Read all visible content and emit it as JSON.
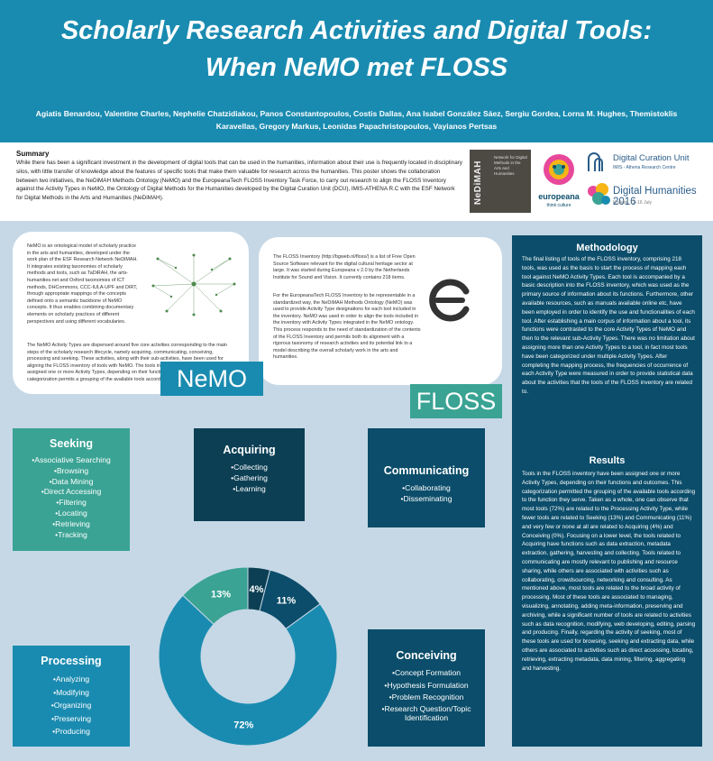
{
  "header": {
    "title_line1": "Scholarly Research Activities and Digital Tools:",
    "title_line2": "When NeMO met FLOSS",
    "authors": "Agiatis Benardou, Valentine Charles, Nephelie Chatzidiakou, Panos Constantopoulos, Costis Dallas, Ana Isabel González Sáez, Sergiu Gordea, Lorna M. Hughes, Themistoklis Karavellas, Gregory Markus, Leonidas Papachristopoulos, Vayianos Pertsas"
  },
  "summary": {
    "title": "Summary",
    "text": "While there has been a significant investment in the development of digital tools that can be used in the humanities, information about their use is frequently located in disciplinary silos, with little transfer of knowledge about the features of specific tools that make them valuable for research across the humanities. This poster shows the collaboration between two initiatives, the NeDiMAH Methods Ontology (NeMO) and the EuropeanaTech FLOSS Inventory Task Force, to carry out research to align the FLOSS Inventory against the Activity Types in NeMO, the Ontology of Digital Methods for the Humanities developed by the Digital Curation Unit (DCU), IMIS-ATHENA R.C with the ESF Network for Digital Methods in the Arts and Humanities (NeDiMAH)."
  },
  "logos": {
    "nedimah": "NeDiMAH",
    "nedimah_sub": "Network for Digital Methods in the Arts and Humanities",
    "europeana": "europeana",
    "europeana_sub": "think culture",
    "dcu_name": "Digital Curation Unit",
    "dcu_sub": "IMIS - Athena Research Centre",
    "dh_name": "Digital Humanities 2016",
    "dh_sub": "Kraków, 11–16 July"
  },
  "nemo_card": {
    "para1": "NeMO is an ontological model of scholarly practice in the arts and humanities, developed under the work plan of the ESF Research Network NeDiMAH. It integrates existing taxonomies of scholarly methods and tools, such as TaDiRAH, the arts-humanities.net and Oxford taxonomies of ICT methods, DHCommons, CCC-IULA-UPF and DIRT, through appropriate mappings of the concepts defined onto a semantic backbone of NeMO concepts. It thus enables combining documentary elements on scholarly practices of different perspectives and using different vocabularies.",
    "para2": "The NeMO Activity Types are dispensed around five core activities corresponding to the main steps of the scholarly research lifecycle, namely acquiring, communicating, conceiving, processing and seeking. These activities, along with their sub-activities, have been used for aligning the FLOSS inventory of tools with NeMO. The tools in the FLOSS inventory have been assigned one or more Activity Types, depending on their functions and outcomes. This categorization permits a grouping of the available tools according to the function they serve."
  },
  "floss_card": {
    "para1": "The FLOSS Inventory (http://bgweb.nl/floss/) is a list of Free Open Source Software relevant for the digital cultural heritage sector at large. It was started during Europeana v 2.0 by the Netherlands Institute for Sound and Vision. It currently contains 218 items.",
    "para2": "For the EuropeanaTech FLOSS Inventory to be representable in a standardized way, the NeDiMAH Methods Ontology (NeMO) was used to provide Activity Type designations for each tool included in the inventory. NeMO was used in order to align the tools included in the inventory with Activity Types integrated in the NeMO ontology. This process responds to the need of standardization of the contents of the FLOSS Inventory and permits both its alignment with a rigorous taxonomy of research activities and its potential link to a model describing the overall scholarly work in the arts and humanities."
  },
  "labels": {
    "nemo": "NeMO",
    "floss": "FLOSS"
  },
  "activities": {
    "seeking": {
      "title": "Seeking",
      "items": [
        "•Associative Searching",
        "•Browsing",
        "•Data Mining",
        "•Direct Accessing",
        "•Filtering",
        "•Locating",
        "•Retrieving",
        "•Tracking"
      ]
    },
    "acquiring": {
      "title": "Acquiring",
      "items": [
        "•Collecting",
        "•Gathering",
        "•Learning"
      ]
    },
    "communicating": {
      "title": "Communicating",
      "items": [
        "•Collaborating",
        "•Disseminating"
      ]
    },
    "processing": {
      "title": "Processing",
      "items": [
        "•Analyzing",
        "•Modifying",
        "•Organizing",
        "•Preserving",
        "•Producing"
      ]
    },
    "conceiving": {
      "title": "Conceiving",
      "items": [
        "•Concept Formation",
        "•Hypothesis Formulation",
        "•Problem Recognition",
        "•Research Question/Topic Identification"
      ]
    }
  },
  "donut": {
    "segments": [
      {
        "value": 4,
        "label": "4%",
        "color": "#0c3f54"
      },
      {
        "value": 11,
        "label": "11%",
        "color": "#0b4d6a"
      },
      {
        "value": 72,
        "label": "72%",
        "color": "#1a8bb0"
      },
      {
        "value": 13,
        "label": "13%",
        "color": "#3aa394"
      }
    ]
  },
  "methodology": {
    "title": "Methodology",
    "text": "The final listing of tools of the FLOSS inventory, comprising 218 tools, was used as the basis to start the process of mapping each tool against NeMO Activity Types. Each tool is accompanied by a basic description into the FLOSS inventory, which was used as the primary source of information about its functions. Furthermore, other available resources, such as manuals available online etc, have been employed in order to identify the use and functionalities of each tool. After establishing a main corpus of information about a tool, its functions were contrasted to the core Activity Types of NeMO and then to the relevant sub-Activity Types. There was no limitation about assigning more than one Activity Types to a tool, in fact most tools have been categorized under multiple Activity Types. After completing the mapping process, the frequencies of occurrence of each Activity Type were measured in order to provide statistical data about the activities that the tools of the FLOSS inventory are related to."
  },
  "results": {
    "title": "Results",
    "text": "Tools in the FLOSS inventory have been assigned one or more Activity Types, depending on their functions and outcomes. This categorization permitted the grouping of the available tools according to the function they serve. Taken as a whole, one can observe that most tools (72%) are related to the Processing Activity Type, while fewer tools are related to Seeking (13%) and Communicating (11%) and very few or none at all are related to Acquiring (4%) and Conceiving (0%). Focusing on a lower level, the tools related to Acquiring have functions such as data extraction, metadata extraction, gathering, harvesting and collecting. Tools related to communicating are mostly relevant to publishing and resource sharing, while others are associated with activities such as collaborating, crowdsourcing, networking and consulting. As mentioned above, most tools are related to the broad activity of processing. Most of these tools are associated to managing, visualizing, annotating, adding meta-information, preserving and archiving, while a significant number of tools are related to activities such as data recognition, modifying, web developing, editing, parsing and producing. Finally, regarding the activity of seeking, most of these tools are used for browsing, seeking and extracting data, while others are associated to activities such as direct accessing, locating, retrieving, extracting metadata, data mining, filtering, aggregating and harvesting."
  }
}
